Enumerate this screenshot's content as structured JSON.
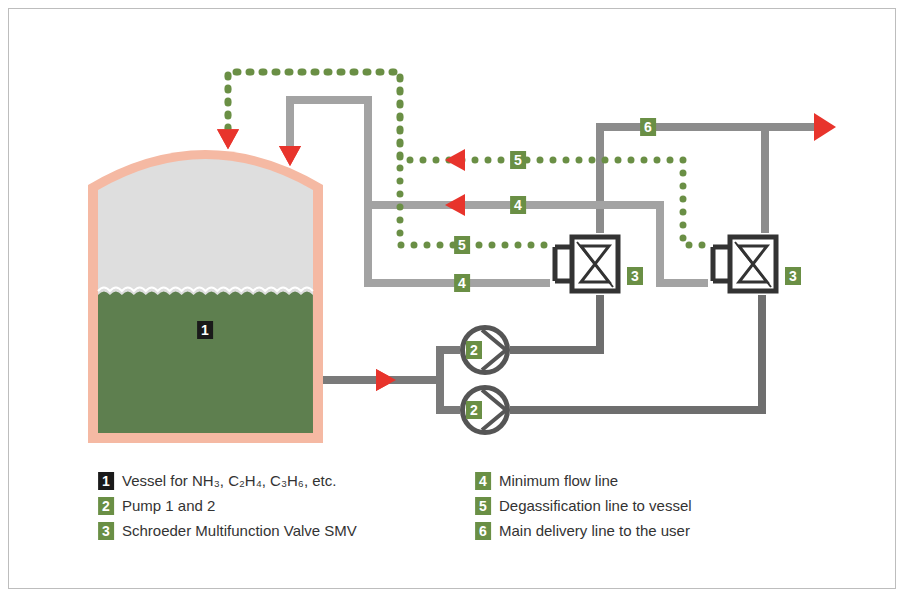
{
  "diagram": {
    "nodes": [
      {
        "text": [
          "1"
        ]
      },
      {
        "text": [
          "2"
        ]
      },
      {
        "text": [
          "2"
        ]
      },
      {
        "text": [
          "3"
        ]
      },
      {
        "text": [
          "3"
        ]
      }
    ],
    "edges": [
      {
        "from": 0,
        "to": 1,
        "arrow": "to"
      },
      {
        "from": 0,
        "to": 2,
        "arrow": "to"
      },
      {
        "from": 1,
        "to": 3,
        "arrow": "none"
      },
      {
        "from": 2,
        "to": 4,
        "arrow": "none"
      },
      {
        "from": 3,
        "to": 0,
        "label": "4",
        "arrow": "to"
      },
      {
        "from": 4,
        "to": 0,
        "label": "4",
        "arrow": "to"
      },
      {
        "from": 3,
        "to": 0,
        "label": "5",
        "arrow": "to"
      },
      {
        "from": 4,
        "to": 0,
        "label": "5",
        "arrow": "to"
      }
    ],
    "labels": [
      "6",
      "1",
      "2",
      "3",
      "4",
      "5",
      "6"
    ],
    "legend": [
      {
        "text": "Vessel for NH₃, C₂H₄, C₃H₆, etc."
      },
      {
        "text": "Pump 1 and 2"
      },
      {
        "text": "Schroeder Multifunction Valve SMV"
      },
      {
        "text": "Minimum flow line"
      },
      {
        "text": "Degassification line to vessel"
      },
      {
        "text": "Main delivery line to the user"
      }
    ]
  }
}
